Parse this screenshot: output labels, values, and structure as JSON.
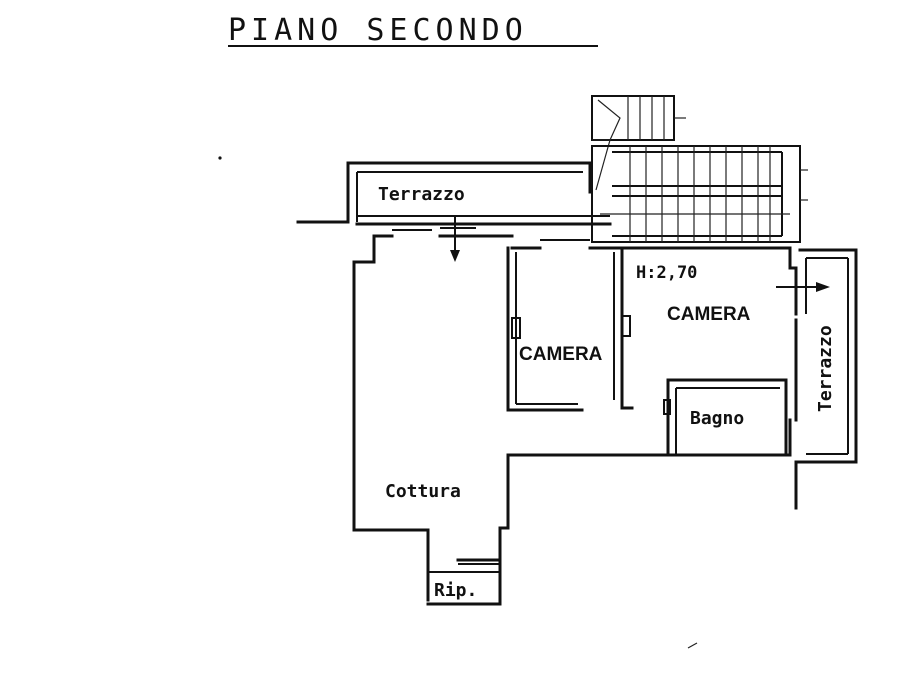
{
  "plan": {
    "title": "PIANO SECONDO",
    "rooms": {
      "terrazzo_top": "Terrazzo",
      "terrazzo_right": "Terrazzo",
      "camera_left": "CAMERA",
      "camera_right": "CAMERA",
      "bagno": "Bagno",
      "cottura": "Cottura",
      "ripostiglio": "Rip."
    },
    "ceiling_height": "H:2,70"
  }
}
